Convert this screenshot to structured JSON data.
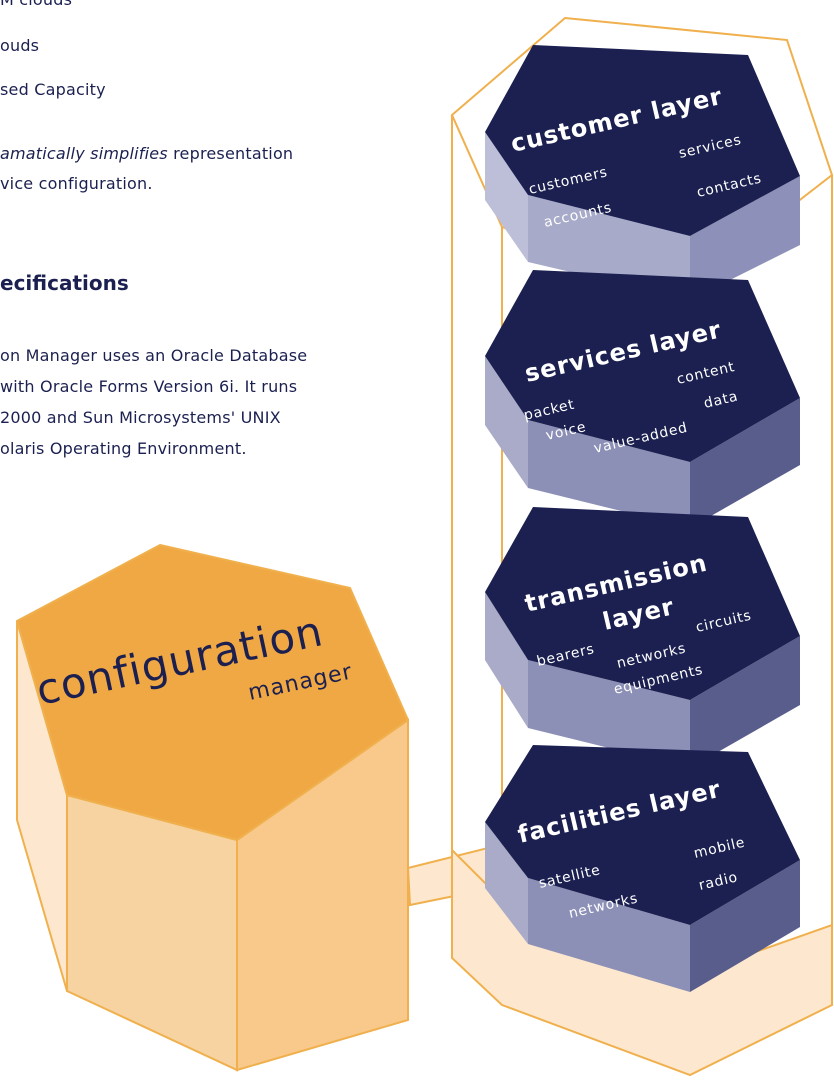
{
  "left_text": {
    "bullet_1": "M clouds",
    "bullet_2": "ouds",
    "bullet_3": "sed Capacity",
    "paragraph_1_italic": "amatically simplifies",
    "paragraph_1_rest": " representation",
    "paragraph_1_line_2": "vice configuration.",
    "specs_heading": "ecifications",
    "specs_line_1": "on Manager uses an Oracle Database",
    "specs_line_2": "with Oracle Forms Version 6i. It runs",
    "specs_line_3": "2000 and Sun Microsystems' UNIX",
    "specs_line_4": "olaris Operating Environment."
  },
  "diagram": {
    "configuration_manager": {
      "main": "configuration",
      "sub": "manager"
    },
    "layers": {
      "customer": {
        "title": "customer layer",
        "items": [
          "customers",
          "services",
          "contacts",
          "accounts"
        ]
      },
      "services": {
        "title": "services layer",
        "items": [
          "content",
          "data",
          "packet",
          "voice",
          "value-added"
        ]
      },
      "transmission": {
        "title_1": "transmission",
        "title_2": "layer",
        "items": [
          "circuits",
          "bearers",
          "networks",
          "equipments"
        ]
      },
      "facilities": {
        "title": "facilities layer",
        "items": [
          "mobile",
          "satellite",
          "radio",
          "networks"
        ]
      }
    }
  },
  "colors": {
    "navy": "#1b2050",
    "hex_side": "#8f92b8",
    "hex_side_dark": "#595d8c",
    "orange": "#f0a844",
    "orange_light": "#f7cf98",
    "orange_pale": "#fde8cf",
    "outline": "#f0b04d"
  }
}
